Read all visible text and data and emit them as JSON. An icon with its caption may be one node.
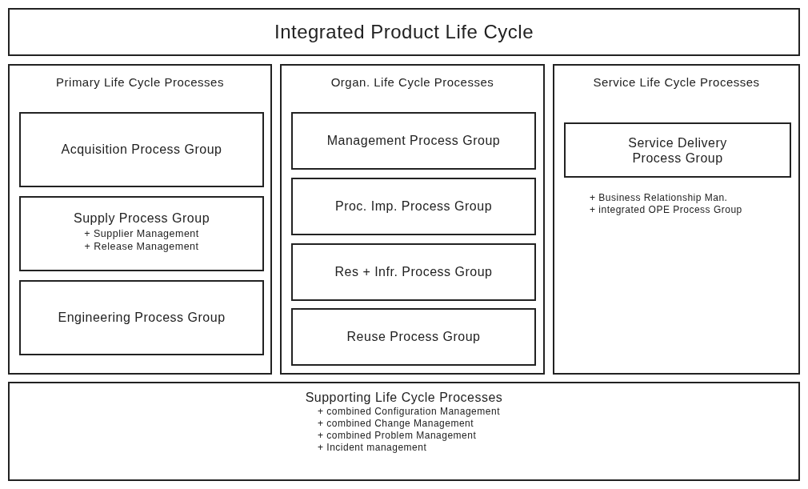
{
  "diagram": {
    "nodes": [
      {
        "text": [
          "Integrated Product Life Cycle"
        ]
      },
      {
        "text": [
          "Primary Life Cycle Processes"
        ]
      },
      {
        "text": [
          "Acquisition Process Group"
        ],
        "in": 1
      },
      {
        "text": [
          "Supply Process Group",
          "+ Supplier Management",
          "+ Release Management"
        ],
        "in": 1
      },
      {
        "text": [
          "Engineering Process Group"
        ],
        "in": 1
      },
      {
        "text": [
          "Organ. Life Cycle Processes"
        ]
      },
      {
        "text": [
          "Management Process Group"
        ],
        "in": 5
      },
      {
        "text": [
          "Proc. Imp. Process Group"
        ],
        "in": 5
      },
      {
        "text": [
          "Res + Infr. Process Group"
        ],
        "in": 5
      },
      {
        "text": [
          "Reuse Process Group"
        ],
        "in": 5
      },
      {
        "text": [
          "Service Life Cycle Processes",
          "+ Business Relationship Man.",
          "+ integrated OPE Process Group"
        ]
      },
      {
        "text": [
          "Service Delivery Process Group"
        ],
        "in": 10
      },
      {
        "text": [
          "Supporting Life Cycle Processes",
          "+ combined Configuration Management",
          "+ combined Change Management",
          "+ combined Problem Management",
          "+ Incident management"
        ]
      }
    ],
    "edges": []
  }
}
